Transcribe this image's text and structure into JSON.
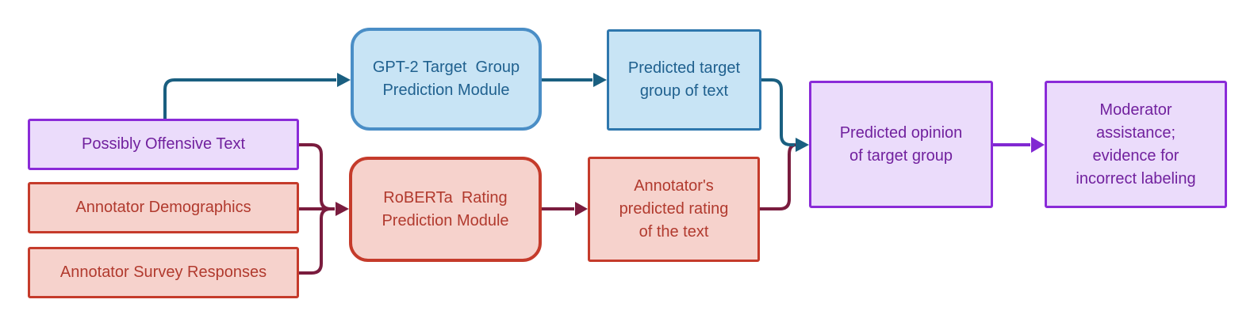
{
  "nodes": {
    "offensive": {
      "label": "Possibly Offensive Text"
    },
    "demographics": {
      "label": "Annotator Demographics"
    },
    "survey": {
      "label": "Annotator Survey Responses"
    },
    "gpt2": {
      "label": "GPT-2 Target  Group\nPrediction Module"
    },
    "predicted_target": {
      "label": "Predicted target\ngroup of text"
    },
    "roberta": {
      "label": "RoBERTa  Rating\nPrediction Module"
    },
    "predicted_rating": {
      "label": "Annotator's\npredicted rating\nof the text"
    },
    "opinion": {
      "label": "Predicted opinion\nof target group"
    },
    "moderator": {
      "label": "Moderator\nassistance;\nevidence for\nincorrect labeling"
    }
  },
  "edges": [
    {
      "from": "offensive",
      "to": "gpt2",
      "color": "teal"
    },
    {
      "from": "gpt2",
      "to": "predicted_target",
      "color": "teal"
    },
    {
      "from": "predicted_target",
      "to": "opinion",
      "color": "teal"
    },
    {
      "from": "offensive",
      "to": "roberta",
      "color": "maroon"
    },
    {
      "from": "demographics",
      "to": "roberta",
      "color": "maroon"
    },
    {
      "from": "survey",
      "to": "roberta",
      "color": "maroon"
    },
    {
      "from": "roberta",
      "to": "predicted_rating",
      "color": "maroon"
    },
    {
      "from": "predicted_rating",
      "to": "opinion",
      "color": "maroon"
    },
    {
      "from": "opinion",
      "to": "moderator",
      "color": "purple"
    }
  ],
  "colors": {
    "background": "#ffffff",
    "teal-arrow": "#1A5F80",
    "maroon-arrow": "#7A1C3E",
    "purple-arrow": "#8128D2",
    "purple-border": "#8A2BD8",
    "purple-fill": "#EBDCFB",
    "purple-text": "#71219E",
    "red-border": "#C53B2B",
    "red-fill": "#F6D2CC",
    "red-text": "#B13A2E",
    "blue-border-rounded": "#4A8EC6",
    "blue-border": "#2E77AD",
    "blue-fill": "#C8E4F5",
    "blue-text": "#20618F"
  }
}
